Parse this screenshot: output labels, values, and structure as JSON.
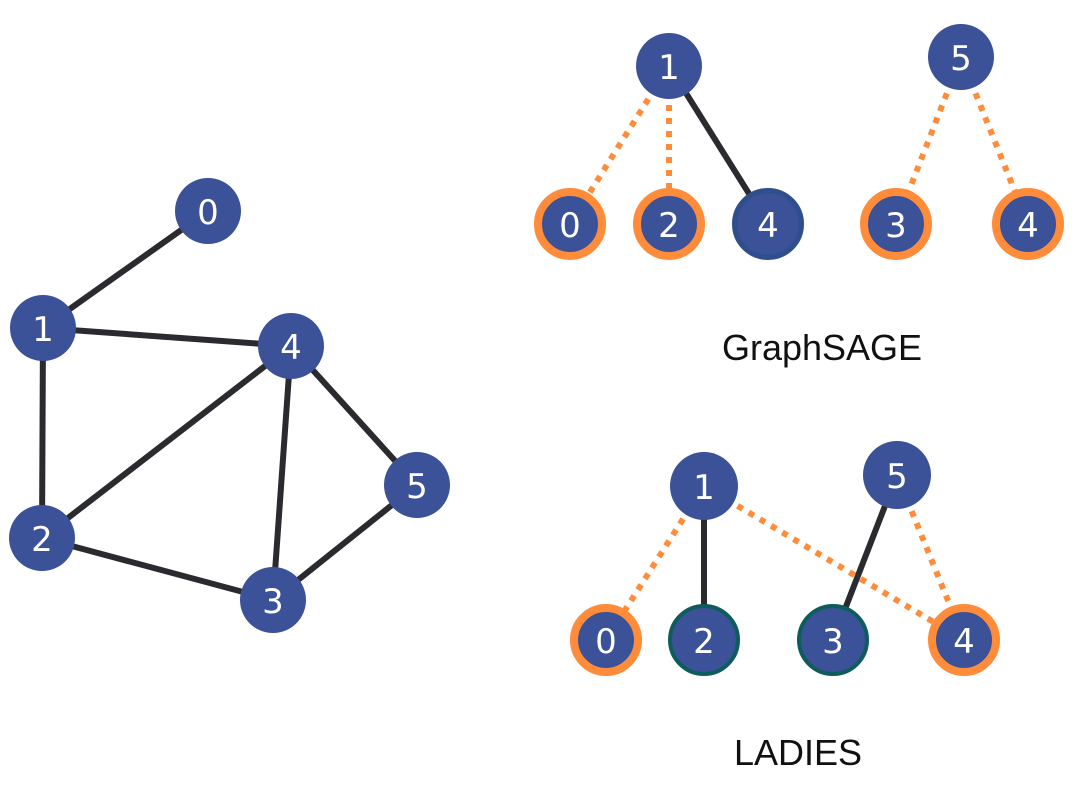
{
  "colors": {
    "node_fill": "#3B5198",
    "edge_solid": "#2B2B2F",
    "edge_sampled": "#FF8C3A",
    "ring_sampled": "#FF8C3A",
    "ring_layer": "#0E5C5C",
    "ring_plain": "#2F4F8C",
    "caption": "#111111"
  },
  "graph": {
    "nodes": [
      "0",
      "1",
      "2",
      "3",
      "4",
      "5"
    ],
    "edges": [
      [
        "0",
        "1"
      ],
      [
        "1",
        "4"
      ],
      [
        "1",
        "2"
      ],
      [
        "2",
        "4"
      ],
      [
        "2",
        "3"
      ],
      [
        "3",
        "4"
      ],
      [
        "4",
        "5"
      ],
      [
        "3",
        "5"
      ]
    ]
  },
  "graphsage": {
    "caption": "GraphSAGE",
    "trees": [
      {
        "root": "1",
        "children": [
          {
            "label": "0",
            "edge": "sampled",
            "ring": "sampled"
          },
          {
            "label": "2",
            "edge": "sampled",
            "ring": "sampled"
          },
          {
            "label": "4",
            "edge": "solid",
            "ring": "plain"
          }
        ]
      },
      {
        "root": "5",
        "children": [
          {
            "label": "3",
            "edge": "sampled",
            "ring": "sampled"
          },
          {
            "label": "4",
            "edge": "sampled",
            "ring": "sampled"
          }
        ]
      }
    ]
  },
  "ladies": {
    "caption": "LADIES",
    "roots": [
      "1",
      "5"
    ],
    "layer_nodes": [
      {
        "label": "0",
        "ring": "sampled"
      },
      {
        "label": "2",
        "ring": "layer"
      },
      {
        "label": "3",
        "ring": "layer"
      },
      {
        "label": "4",
        "ring": "sampled"
      }
    ],
    "edges": [
      {
        "from": "1",
        "to": "0",
        "style": "sampled"
      },
      {
        "from": "1",
        "to": "2",
        "style": "solid"
      },
      {
        "from": "1",
        "to": "4",
        "style": "sampled"
      },
      {
        "from": "5",
        "to": "3",
        "style": "solid"
      },
      {
        "from": "5",
        "to": "4",
        "style": "sampled"
      }
    ]
  }
}
